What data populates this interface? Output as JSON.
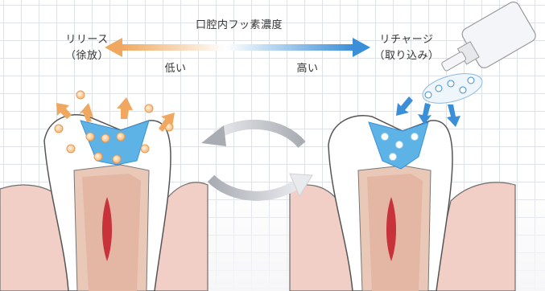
{
  "header": {
    "title": "口腔内フッ素濃度"
  },
  "left": {
    "label": "リリース",
    "sublabel": "（徐放）",
    "level": "低い"
  },
  "right": {
    "label": "リチャージ",
    "sublabel": "（取り込み）",
    "level": "高い"
  },
  "colors": {
    "release_orange": "#f0a860",
    "recharge_blue": "#3b8fd8",
    "enamel": "#ffffff",
    "gum": "#f2cfc6",
    "pulp_red": "#c8323a",
    "dentin": "#e9c8b8",
    "filling": "#5db3e6"
  }
}
